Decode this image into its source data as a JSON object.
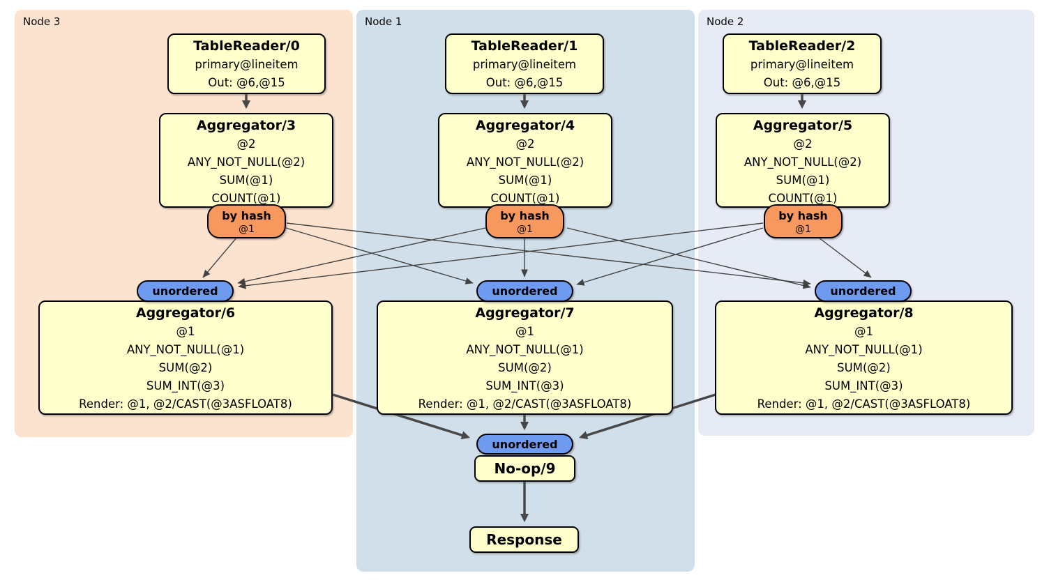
{
  "nodes": [
    {
      "label": "Node 3",
      "table_reader": {
        "title": "TableReader/0",
        "lines": [
          "primary@lineitem",
          "Out: @6,@15"
        ]
      },
      "pre_aggregator": {
        "title": "Aggregator/3",
        "lines": [
          "@2",
          "ANY_NOT_NULL(@2)",
          "SUM(@1)",
          "COUNT(@1)"
        ]
      },
      "router": {
        "label": "by hash",
        "key": "@1"
      },
      "sync": {
        "label": "unordered"
      },
      "final_aggregator": {
        "title": "Aggregator/6",
        "lines": [
          "@1",
          "ANY_NOT_NULL(@1)",
          "SUM(@2)",
          "SUM_INT(@3)",
          "Render: @1, @2/CAST(@3ASFLOAT8)"
        ]
      }
    },
    {
      "label": "Node 1",
      "table_reader": {
        "title": "TableReader/1",
        "lines": [
          "primary@lineitem",
          "Out: @6,@15"
        ]
      },
      "pre_aggregator": {
        "title": "Aggregator/4",
        "lines": [
          "@2",
          "ANY_NOT_NULL(@2)",
          "SUM(@1)",
          "COUNT(@1)"
        ]
      },
      "router": {
        "label": "by hash",
        "key": "@1"
      },
      "sync": {
        "label": "unordered"
      },
      "final_aggregator": {
        "title": "Aggregator/7",
        "lines": [
          "@1",
          "ANY_NOT_NULL(@1)",
          "SUM(@2)",
          "SUM_INT(@3)",
          "Render: @1, @2/CAST(@3ASFLOAT8)"
        ]
      }
    },
    {
      "label": "Node 2",
      "table_reader": {
        "title": "TableReader/2",
        "lines": [
          "primary@lineitem",
          "Out: @6,@15"
        ]
      },
      "pre_aggregator": {
        "title": "Aggregator/5",
        "lines": [
          "@2",
          "ANY_NOT_NULL(@2)",
          "SUM(@1)",
          "COUNT(@1)"
        ]
      },
      "router": {
        "label": "by hash",
        "key": "@1"
      },
      "sync": {
        "label": "unordered"
      },
      "final_aggregator": {
        "title": "Aggregator/8",
        "lines": [
          "@1",
          "ANY_NOT_NULL(@1)",
          "SUM(@2)",
          "SUM_INT(@3)",
          "Render: @1, @2/CAST(@3ASFLOAT8)"
        ]
      }
    }
  ],
  "output": {
    "sync_label": "unordered",
    "noop_label": "No-op/9",
    "response_label": "Response"
  },
  "colors": {
    "node3_bg": "#fce3cf",
    "node1_bg": "#d0dfe9",
    "node2_bg": "#e6ebf6",
    "box_fill": "#ffffcc",
    "router_fill": "#f7995f",
    "sync_fill": "#6e9af0",
    "edge": "#474747"
  }
}
